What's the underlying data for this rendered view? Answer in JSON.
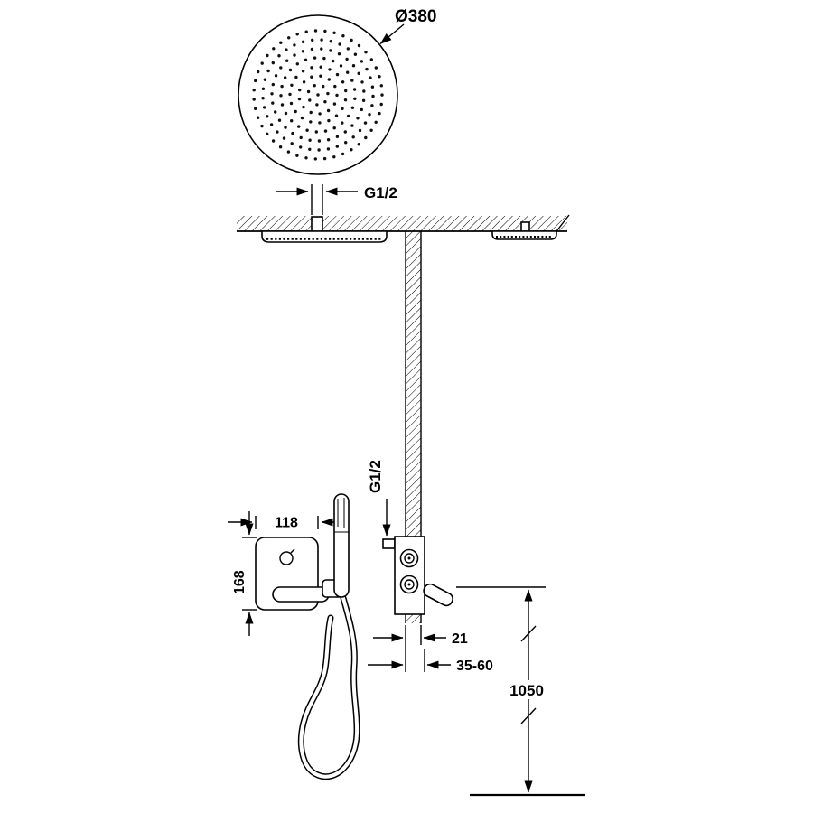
{
  "labels": {
    "head_diameter": "Ø380",
    "head_thread": "G1/2",
    "mixer_thread": "G1/2",
    "plate_width": "118",
    "plate_height": "168",
    "min_depth": "21",
    "recess_depth": "35-60",
    "install_height": "1050"
  },
  "colors": {
    "line": "#000000",
    "background": "#ffffff"
  }
}
